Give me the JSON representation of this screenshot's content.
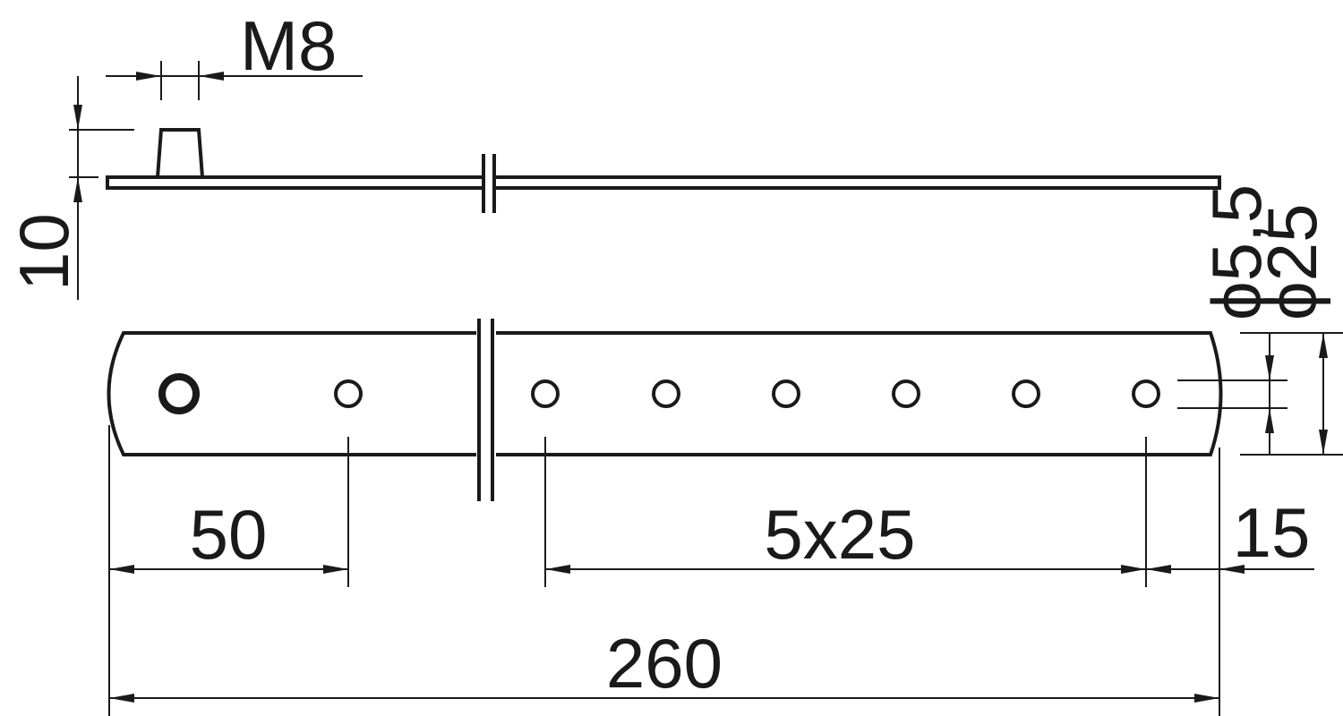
{
  "drawing": {
    "labels": {
      "thread": "M8",
      "stud_height": "10",
      "first_hole": "50",
      "hole_spacing": "5x25",
      "end_offset": "15",
      "total_length": "260",
      "hole_diameter": "ϕ5,5",
      "strip_width": "ϕ25"
    },
    "hole_count": 7,
    "stroke_color": "#1a1a1a"
  }
}
